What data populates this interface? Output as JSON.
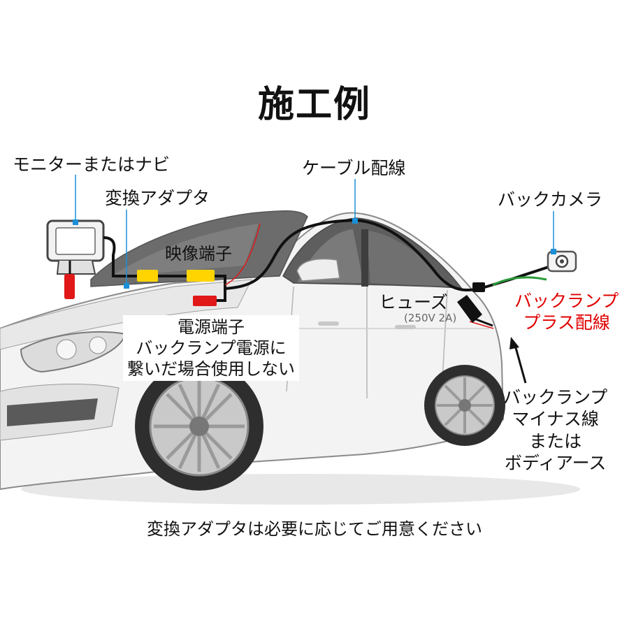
{
  "title": "施工例",
  "labels": {
    "monitor": "モニターまたはナビ",
    "adapter": "変換アダプタ",
    "video_terminal": "映像端子",
    "cable": "ケーブル配線",
    "camera": "バックカメラ",
    "fuse": "ヒューズ",
    "fuse_rating": "(250V 2A)",
    "backlamp_plus": [
      "バックランプ",
      "プラス配線"
    ],
    "power_terminal": [
      "電源端子",
      "バックランプ電源に",
      "繋いだ場合使用しない"
    ],
    "backlamp_minus": [
      "バックランプ",
      "マイナス線",
      "または",
      "ボディアース"
    ]
  },
  "note": "変換アダプタは必要に応じてご用意ください",
  "colors": {
    "connector_yellow": "#ffd400",
    "connector_red": "#e01818",
    "pointer_blue": "#1a8fd6",
    "cable": "#111111",
    "label_red": "#e00000",
    "green_wire": "#2a9a3a"
  },
  "icons": [
    "monitor-icon",
    "camera-icon",
    "fuse-icon",
    "car-illustration"
  ]
}
